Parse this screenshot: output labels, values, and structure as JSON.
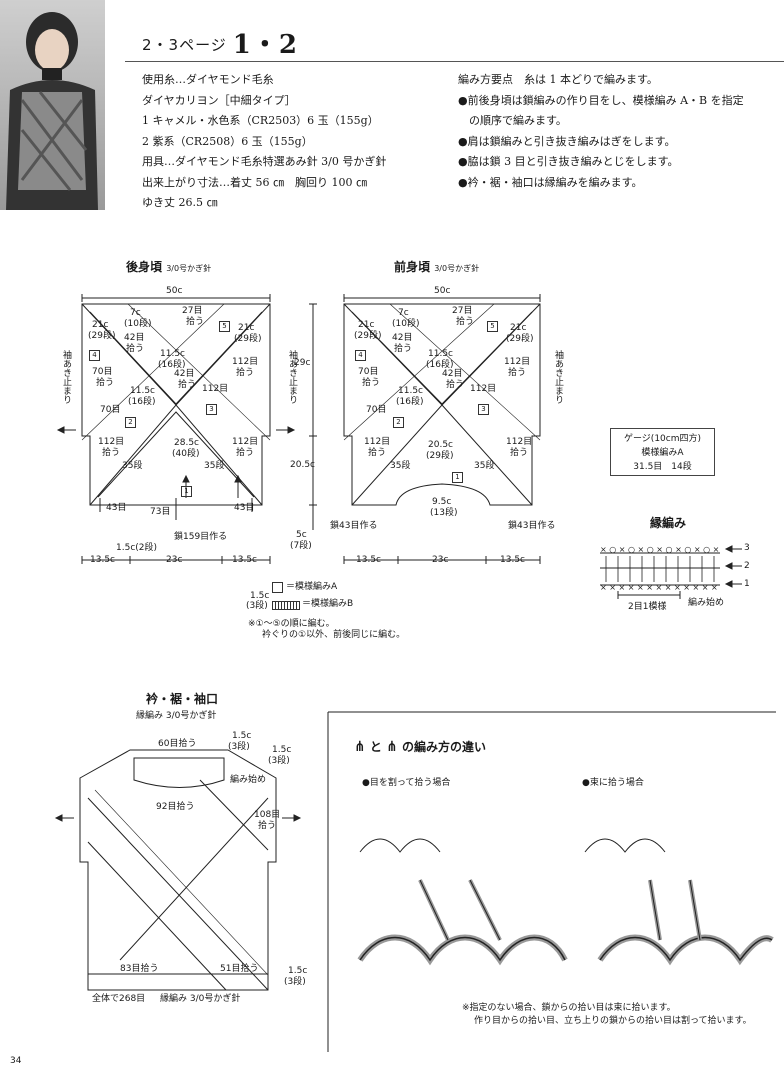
{
  "header": {
    "pages": "2・3ページ",
    "pattern_no": "1・2"
  },
  "materials": {
    "lines": [
      "使用糸…ダイヤモンド毛糸",
      "ダイヤカリヨン［中細タイプ］",
      "1 キャメル・水色系（CR2503）6 玉（155g）",
      "2 紫系（CR2508）6 玉（155g）",
      "用具…ダイヤモンド毛糸特選あみ針 3/0 号かぎ針",
      "出来上がり寸法…着丈 56 ㎝　胸回り 100 ㎝",
      "ゆき丈 26.5 ㎝"
    ]
  },
  "points": {
    "lines": [
      "編み方要点　糸は 1 本どりで編みます。",
      "●前後身頃は鎖編みの作り目をし、模様編み A・B を指定",
      "　の順序で編みます。",
      "●肩は鎖編みと引き抜き編みはぎをします。",
      "●脇は鎖 3 目と引き抜き編みとじをします。",
      "●衿・裾・袖口は縁編みを編みます。"
    ]
  },
  "back": {
    "title": "後身頃",
    "hook": "3/0号かぎ針",
    "width": "50c",
    "l1": "7c",
    "l2": "(10段)",
    "l3": "27目",
    "l4": "拾う",
    "l5": "21c",
    "l6": "(29段)",
    "l7": "42目",
    "l8": "拾う",
    "l9": "21c",
    "l10": "(29段)",
    "l11": "11.5c",
    "l12": "(16段)",
    "l13": "112目",
    "l14": "拾う",
    "l15": "70目",
    "l16": "拾う",
    "l17": "42目",
    "l18": "拾う",
    "l19": "11.5c",
    "l20": "(16段)",
    "l21": "112目",
    "l22": "70目",
    "l23": "112目",
    "l24": "拾う",
    "l25": "28.5c",
    "l26": "(40段)",
    "l27": "112目",
    "l28": "拾う",
    "l29": "35段",
    "l30": "35段",
    "l31": "43目",
    "l32": "73目",
    "l33": "43目",
    "chain": "鎖159目作る",
    "side_l": "袖あき止まり",
    "side_r": "袖あき止まり",
    "hem": "1.5c(2段)"
  },
  "front": {
    "title": "前身頃",
    "hook": "3/0号かぎ針",
    "width": "50c",
    "l1": "7c",
    "l2": "(10段)",
    "l3": "27目",
    "l4": "拾う",
    "l5": "21c",
    "l6": "(29段)",
    "l7": "42目",
    "l8": "拾う",
    "l9": "21c",
    "l10": "(29段)",
    "l11": "11.5c",
    "l12": "(16段)",
    "l13": "112目",
    "l14": "拾う",
    "l15": "70目",
    "l16": "拾う",
    "l17": "42目",
    "l18": "拾う",
    "l19": "11.5c",
    "l20": "(16段)",
    "l21": "112目",
    "l22": "70目",
    "l23": "112目",
    "l24": "拾う",
    "l25": "20.5c",
    "l26": "(29段)",
    "l27": "112目",
    "l28": "拾う",
    "l29": "35段",
    "l30": "35段",
    "l31": "9.5c",
    "l32": "(13段)",
    "chain_l": "鎖43目作る",
    "chain_r": "鎖43目作る",
    "side": "袖あき止まり"
  },
  "dims": {
    "v29": "29c",
    "v205": "20.5c",
    "v5": "5c",
    "v5b": "(7段)",
    "b1": "13.5c",
    "b2": "23c",
    "b3": "13.5c",
    "f1": "13.5c",
    "f2": "23c",
    "f3": "13.5c"
  },
  "legend": {
    "a": "＝模様編みA",
    "b_size": "1.5c",
    "b_rows": "(3段)",
    "b": "＝模様編みB",
    "n1": "※①～⑤の順に編む。",
    "n2": "衿ぐりの①以外、前後同じに編む。"
  },
  "gauge": {
    "l1": "ゲージ(10cm四方)",
    "l2": "模様編みA",
    "l3": "31.5目　14段"
  },
  "edging": {
    "title": "縁編み",
    "rep": "2目1模様",
    "start": "編み始め",
    "r3": "3",
    "r2": "2",
    "r1": "1"
  },
  "collar": {
    "title": "衿・裾・袖口",
    "sub": "縁編み 3/0号かぎ針",
    "n60": "60目拾う",
    "c1": "1.5c",
    "c1b": "(3段)",
    "c2": "1.5c",
    "c2b": "(3段)",
    "start": "編み始め",
    "n92": "92目拾う",
    "n108": "108目",
    "n108b": "拾う",
    "n83": "83目拾う",
    "n51": "51目拾う",
    "c3": "1.5c",
    "c3b": "(3段)",
    "total": "全体で268目",
    "edge": "縁編み 3/0号かぎ針"
  },
  "diff": {
    "title": "の編み方の違い",
    "and": "と",
    "case1": "●目を割って拾う場合",
    "case2": "●束に拾う場合",
    "note1": "※指定のない場合、鎖からの拾い目は束に拾います。",
    "note2": "作り目からの拾い目、立ち上りの鎖からの拾い目は割って拾います。"
  },
  "page_no": "34"
}
